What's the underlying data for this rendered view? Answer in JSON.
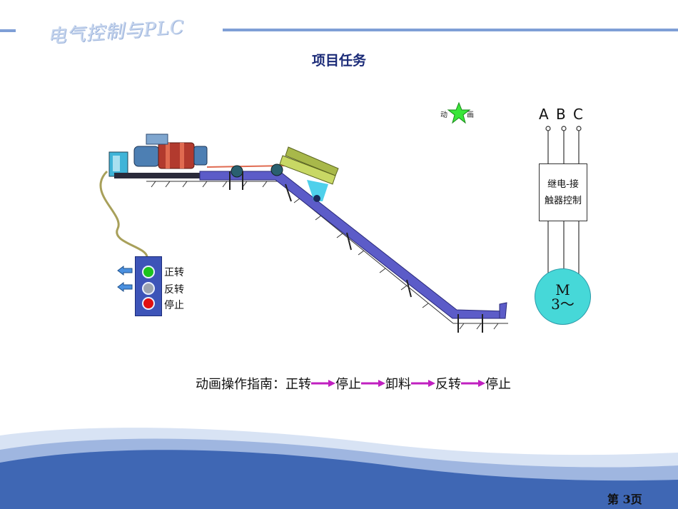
{
  "header": {
    "title": "电气控制与PLC"
  },
  "section": {
    "title": "项目任务"
  },
  "animation_button": {
    "left_text": "动",
    "right_text": "画",
    "icon": "star-icon"
  },
  "circuit": {
    "phases": [
      "A",
      "B",
      "C"
    ],
    "control_box_line1": "继电-接",
    "control_box_line2": "触器控制",
    "motor_line1": "M",
    "motor_line2": "3～"
  },
  "switch_panel": {
    "forward_label": "正转",
    "reverse_label": "反转",
    "stop_label": "停止",
    "colors": {
      "forward": "#1cc31c",
      "reverse": "#9ca3b0",
      "stop": "#e11010"
    }
  },
  "guide": {
    "prefix": "动画操作指南：",
    "steps": [
      "正转",
      "停止",
      "卸料",
      "反转",
      "停止"
    ]
  },
  "footer": {
    "page": "第 3页"
  },
  "colors": {
    "track": "#5c5cc8",
    "accent": "#7f9fd6",
    "arrow": "#c020c0"
  }
}
